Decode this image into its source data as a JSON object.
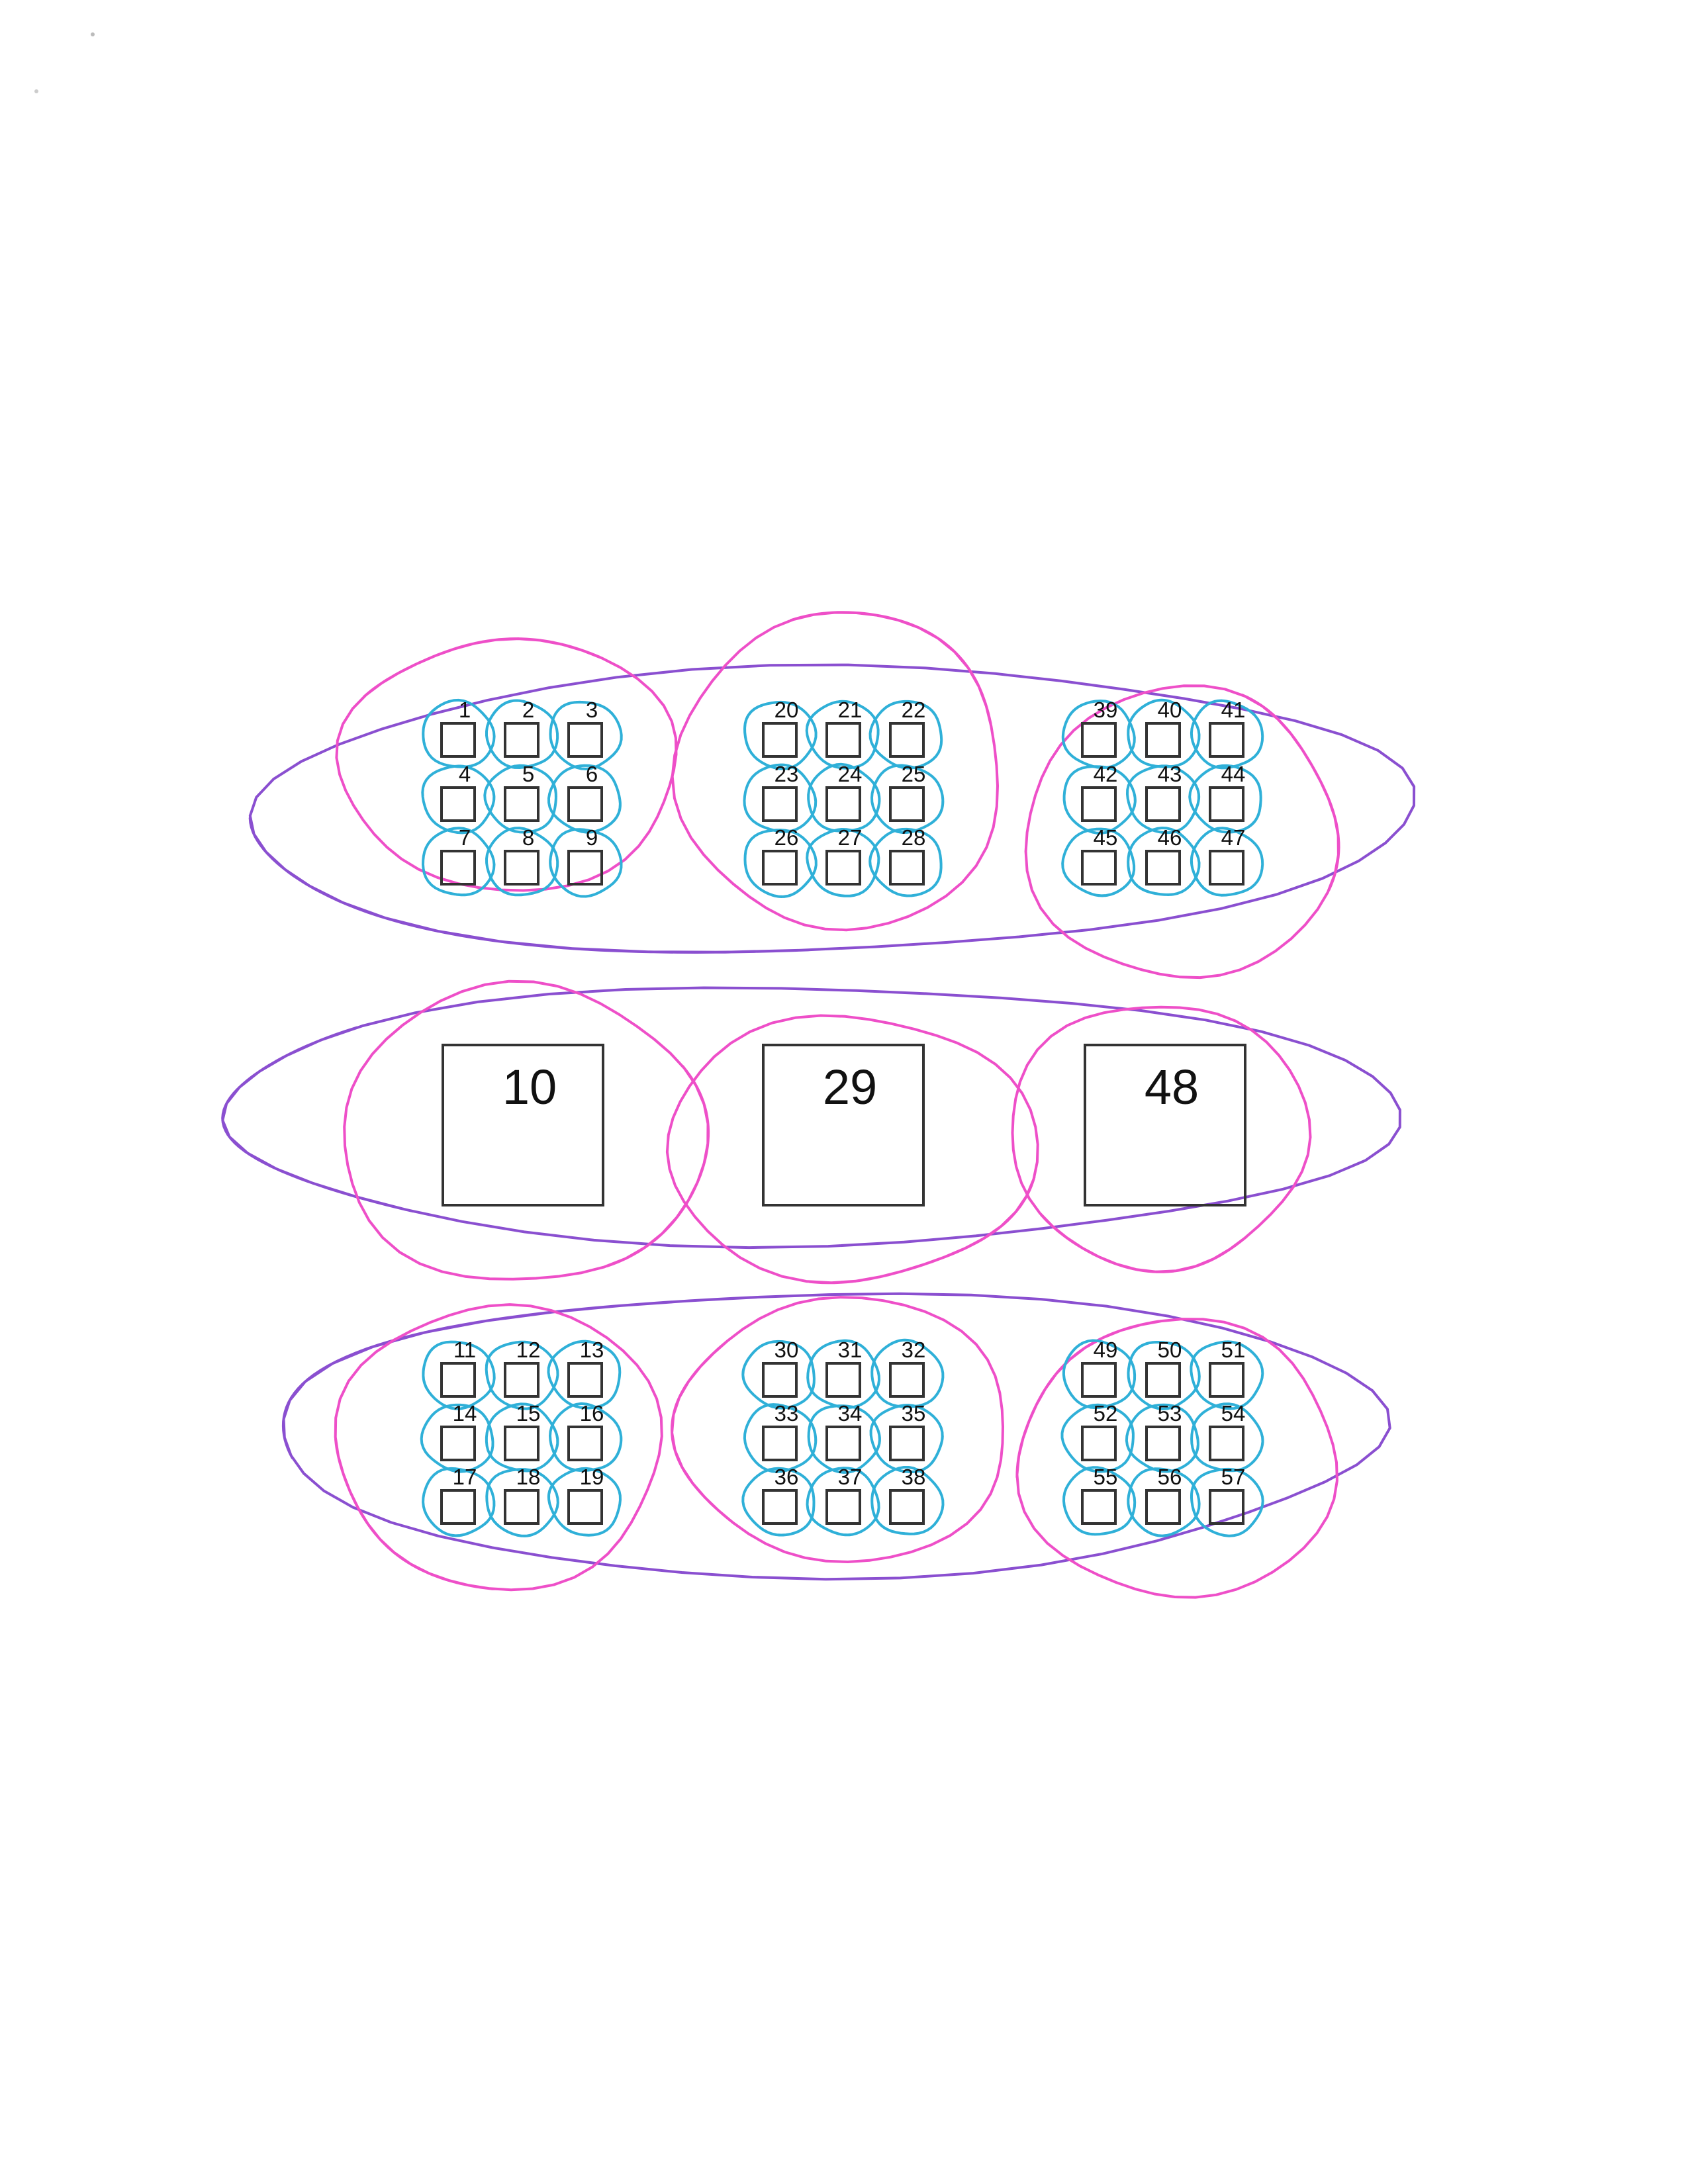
{
  "colors": {
    "purple": "#8a4fd0",
    "pink": "#ee4fc8",
    "cyan": "#2fb0d8",
    "box": "#333333",
    "text": "#111111"
  },
  "rows": [
    {
      "id": "top",
      "clusters": [
        {
          "labels": [
            "1",
            "2",
            "3",
            "4",
            "5",
            "6",
            "7",
            "8",
            "9"
          ]
        },
        {
          "labels": [
            "20",
            "21",
            "22",
            "23",
            "24",
            "25",
            "26",
            "27",
            "28"
          ]
        },
        {
          "labels": [
            "39",
            "40",
            "41",
            "42",
            "43",
            "44",
            "45",
            "46",
            "47"
          ]
        }
      ]
    },
    {
      "id": "middle",
      "big_boxes": [
        "10",
        "29",
        "48"
      ]
    },
    {
      "id": "bottom",
      "clusters": [
        {
          "labels": [
            "11",
            "12",
            "13",
            "14",
            "15",
            "16",
            "17",
            "18",
            "19"
          ]
        },
        {
          "labels": [
            "30",
            "31",
            "32",
            "33",
            "34",
            "35",
            "36",
            "37",
            "38"
          ]
        },
        {
          "labels": [
            "49",
            "50",
            "51",
            "52",
            "53",
            "54",
            "55",
            "56",
            "57"
          ]
        }
      ]
    }
  ]
}
